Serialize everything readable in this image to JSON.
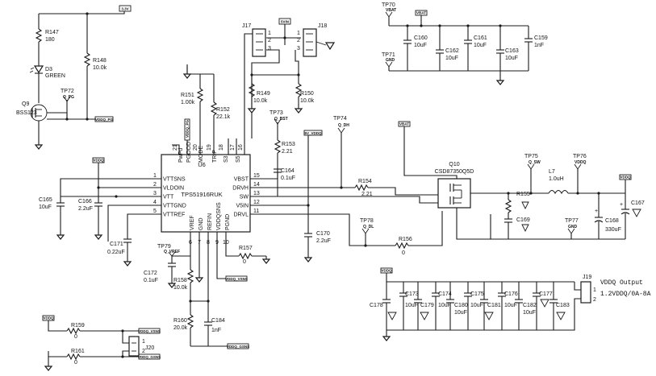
{
  "net_tags": {
    "v33": "3.3V",
    "v5": "5VIN",
    "vbat_top": "VBAT",
    "vbat_mid": "VBAT",
    "vddq_small": "VDDQ",
    "vddq_right": "VDDQ",
    "vddq_bank": "VDDQ",
    "vddq_bottom": "VDDQ",
    "v5_vddq": "5V_VDDQ",
    "vddq_pg": "VDDQ_PG",
    "vddq_vsns": "VDDQ_VSNS",
    "vddq_gsns": "VDDQ_GSNS",
    "vddq_gsns2": "VDDQ_GSNS",
    "vddq_vsns2": "VDDQ_VSNS",
    "vddq_pg_vertical": "VDDQ_PG"
  },
  "components": {
    "r147": {
      "ref": "R147",
      "val": "180"
    },
    "r148": {
      "ref": "R148",
      "val": "10.0k"
    },
    "d3": {
      "ref": "D3",
      "val": "GREEN"
    },
    "q9": {
      "ref": "Q9",
      "val": "BSS123"
    },
    "r151": {
      "ref": "R151",
      "val": "1.00k"
    },
    "r152": {
      "ref": "R152",
      "val": "22.1k"
    },
    "r149": {
      "ref": "R149",
      "val": "10.0k"
    },
    "r150": {
      "ref": "R150",
      "val": "10.0k"
    },
    "r153": {
      "ref": "R153",
      "val": "2.21"
    },
    "c164": {
      "ref": "C164",
      "val": "0.1uF"
    },
    "r154": {
      "ref": "R154",
      "val": "2.21"
    },
    "r155": {
      "ref": "R155"
    },
    "c169": {
      "ref": "C169"
    },
    "r156": {
      "ref": "R156",
      "val": "0"
    },
    "c170": {
      "ref": "C170",
      "val": "2.2uF"
    },
    "c165": {
      "ref": "C165",
      "val": "10uF"
    },
    "c166": {
      "ref": "C166",
      "val": "2.2uF"
    },
    "c171": {
      "ref": "C171",
      "val": "0.22uF"
    },
    "c172": {
      "ref": "C172",
      "val": "0.1uF"
    },
    "r157": {
      "ref": "R157",
      "val": "0"
    },
    "r158": {
      "ref": "R158",
      "val": "10.0k"
    },
    "r160": {
      "ref": "R160",
      "val": "20.0k"
    },
    "c184": {
      "ref": "C184",
      "val": "1nF"
    },
    "r159": {
      "ref": "R159",
      "val": "0"
    },
    "r161": {
      "ref": "R161",
      "val": "0"
    },
    "l7": {
      "ref": "L7",
      "val": "1.0uH"
    },
    "c167": {
      "ref": "C167"
    },
    "c168": {
      "ref": "C168",
      "val": "330uF"
    },
    "q10": {
      "ref": "Q10",
      "val": "CSD87350Q5D"
    },
    "c160": {
      "ref": "C160",
      "val": "10uF"
    },
    "c161": {
      "ref": "C161",
      "val": "10uF"
    },
    "c162": {
      "ref": "C162",
      "val": "10uF"
    },
    "c163": {
      "ref": "C163",
      "val": "10uF"
    },
    "c159": {
      "ref": "C159",
      "val": "1nF"
    },
    "c173": {
      "ref": "C173",
      "val": "10uF"
    },
    "c174": {
      "ref": "C174",
      "val": "10uF"
    },
    "c175": {
      "ref": "C175",
      "val": "10uF"
    },
    "c176": {
      "ref": "C176",
      "val": "10uF"
    },
    "c177": {
      "ref": "C177"
    },
    "c178": {
      "ref": "C178"
    },
    "c179": {
      "ref": "C179"
    },
    "c180": {
      "ref": "C180",
      "val": "10uF"
    },
    "c181": {
      "ref": "C181"
    },
    "c182": {
      "ref": "C182",
      "val": "10uF"
    },
    "c183": {
      "ref": "C183"
    }
  },
  "testpoints": {
    "tp70": {
      "ref": "TP70",
      "net": "VBAT"
    },
    "tp71": {
      "ref": "TP71",
      "net": "GND"
    },
    "tp72": {
      "ref": "TP72",
      "net": "Q_PG"
    },
    "tp73": {
      "ref": "TP73",
      "net": "Q_BST"
    },
    "tp74": {
      "ref": "TP74",
      "net": "Q_DH"
    },
    "tp75": {
      "ref": "TP75",
      "net": "Q_SW"
    },
    "tp76": {
      "ref": "TP76",
      "net": "VDDQ"
    },
    "tp77": {
      "ref": "TP77",
      "net": "GND"
    },
    "tp78": {
      "ref": "TP78",
      "net": "Q_DL"
    },
    "tp79": {
      "ref": "TP79",
      "net": "Q_VREF"
    }
  },
  "connectors": {
    "j17": "J17",
    "j18": "J18",
    "j19": "J19",
    "j20": "J20",
    "j17_pins": [
      "1",
      "2",
      "3"
    ],
    "j18_pins": [
      "1",
      "2",
      "3"
    ],
    "j19_pins": [
      "1",
      "2"
    ],
    "j20_pins": [
      "1",
      "2"
    ]
  },
  "ic": {
    "ref": "U6",
    "part": "TPS51916RUK",
    "left_pins": [
      {
        "name": "VTTSNS",
        "num": "1"
      },
      {
        "name": "VLDOIN",
        "num": "2"
      },
      {
        "name": "VTT",
        "num": "3"
      },
      {
        "name": "VTTGND",
        "num": "4"
      },
      {
        "name": "VTTREF",
        "num": "5"
      }
    ],
    "right_pins": [
      {
        "name": "VBST",
        "num": "15"
      },
      {
        "name": "DRVH",
        "num": "14"
      },
      {
        "name": "SW",
        "num": "13"
      },
      {
        "name": "V5IN",
        "num": "12"
      },
      {
        "name": "DRVL",
        "num": "11"
      }
    ],
    "top_pins": [
      {
        "name": "PwPd",
        "num": "21"
      },
      {
        "name": "PGOOD",
        "num": "20"
      },
      {
        "name": "MODE",
        "num": "19"
      },
      {
        "name": "TRIP",
        "num": "18"
      },
      {
        "name": "S3",
        "num": "17"
      },
      {
        "name": "S5",
        "num": "16"
      }
    ],
    "bottom_pins": [
      {
        "name": "VREF",
        "num": "6"
      },
      {
        "name": "GND",
        "num": "7"
      },
      {
        "name": "REFIN",
        "num": "8"
      },
      {
        "name": "VDDQSNS",
        "num": "9"
      },
      {
        "name": "PGND",
        "num": "10"
      }
    ]
  },
  "output_label": {
    "title": "VDDQ Output",
    "spec": "1.2VDDQ/0A-8A"
  }
}
